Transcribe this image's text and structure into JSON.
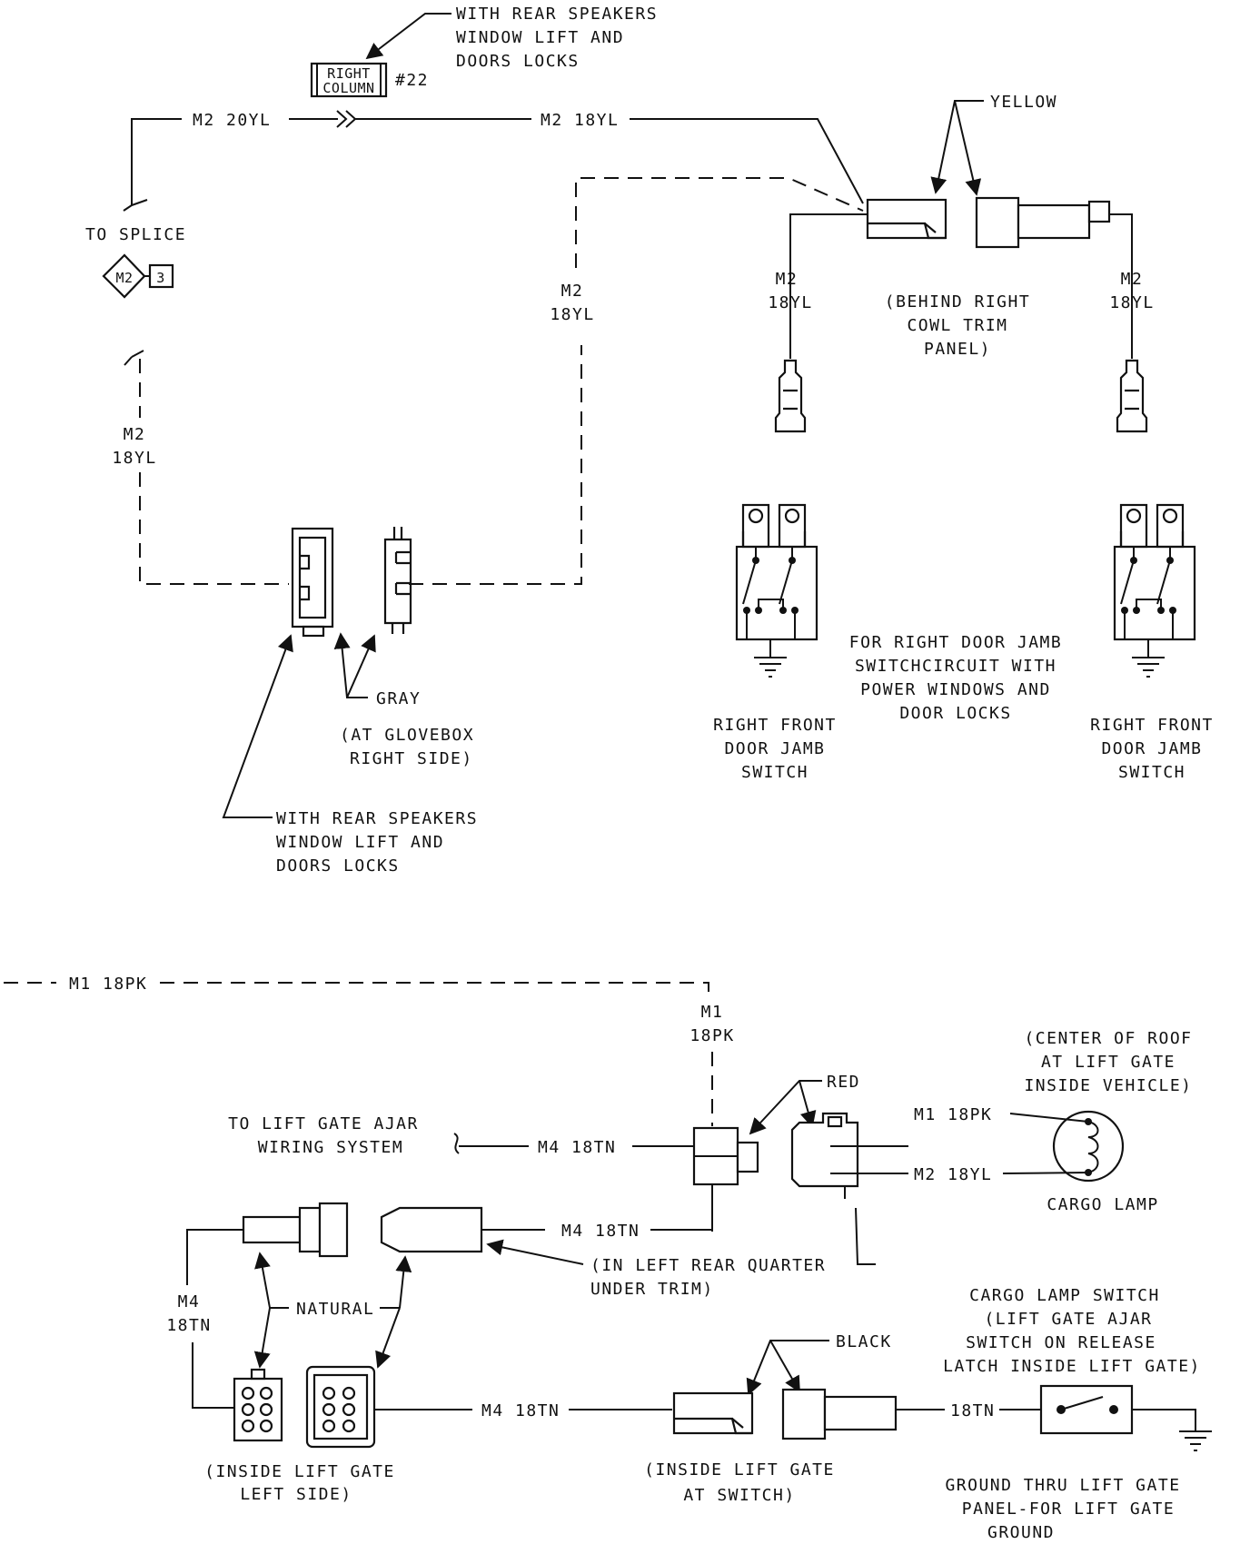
{
  "top": {
    "callout_top_lines": [
      "WITH REAR SPEAKERS",
      "WINDOW LIFT AND",
      "DOORS LOCKS"
    ],
    "right_column_lines": [
      "RIGHT",
      "COLUMN"
    ],
    "right_column_ref": "#22",
    "wire_m2_20yl": "M2 20YL",
    "wire_m2_18yl_top": "M2 18YL",
    "yellow_label": "YELLOW",
    "splice_label": "TO SPLICE",
    "splice_tag": "M2",
    "splice_number": "3",
    "left_vertical_wire": [
      "M2",
      "18YL"
    ],
    "dashed_vertical_wire": [
      "M2",
      "18YL"
    ],
    "cowl_left_wire": [
      "M2",
      "18YL"
    ],
    "cowl_right_wire": [
      "M2",
      "18YL"
    ],
    "cowl_location": [
      "(BEHIND RIGHT",
      "COWL TRIM",
      "PANEL)"
    ],
    "gray_label": "GRAY",
    "glovebox_location": [
      "(AT GLOVEBOX",
      "RIGHT SIDE)"
    ],
    "callout_bottom_lines": [
      "WITH REAR SPEAKERS",
      "WINDOW LIFT AND",
      "DOORS LOCKS"
    ],
    "door_jamb_note": [
      "FOR RIGHT DOOR JAMB",
      "SWITCHCIRCUIT WITH",
      "POWER WINDOWS AND",
      "DOOR LOCKS"
    ],
    "switch_left_label": [
      "RIGHT FRONT",
      "DOOR JAMB",
      "SWITCH"
    ],
    "switch_right_label": [
      "RIGHT FRONT",
      "DOOR JAMB",
      "SWITCH"
    ]
  },
  "bottom": {
    "wire_m1_18pk_horizontal": "M1 18PK",
    "wire_m1_18pk_vertical": [
      "M1",
      "18PK"
    ],
    "red_label": "RED",
    "cargo_location": [
      "(CENTER OF ROOF",
      "AT LIFT GATE",
      "INSIDE VEHICLE)"
    ],
    "lift_gate_ajar_lines": [
      "TO LIFT GATE AJAR",
      "WIRING SYSTEM"
    ],
    "wire_m4_18tn_a": "M4 18TN",
    "wire_m1_18pk_lamp": "M1 18PK",
    "wire_m2_18yl_lamp": "M2 18YL",
    "cargo_lamp_label": "CARGO LAMP",
    "wire_m4_18tn_b": "M4 18TN",
    "quarter_location": [
      "(IN LEFT REAR QUARTER",
      "UNDER TRIM)"
    ],
    "left_vertical_wire": [
      "M4",
      "18TN"
    ],
    "natural_label": "NATURAL",
    "cargo_switch_lines": [
      "CARGO LAMP SWITCH",
      "(LIFT GATE AJAR",
      "SWITCH ON RELEASE",
      "LATCH INSIDE LIFT GATE)"
    ],
    "black_label": "BLACK",
    "wire_m4_18tn_c": "M4 18TN",
    "wire_18tn": "18TN",
    "lift_gate_left_location": [
      "(INSIDE LIFT GATE",
      "LEFT SIDE)"
    ],
    "lift_gate_switch_location": [
      "(INSIDE LIFT GATE",
      "AT SWITCH)"
    ],
    "ground_note": [
      "GROUND THRU LIFT GATE",
      "PANEL-FOR LIFT GATE",
      "GROUND"
    ]
  }
}
